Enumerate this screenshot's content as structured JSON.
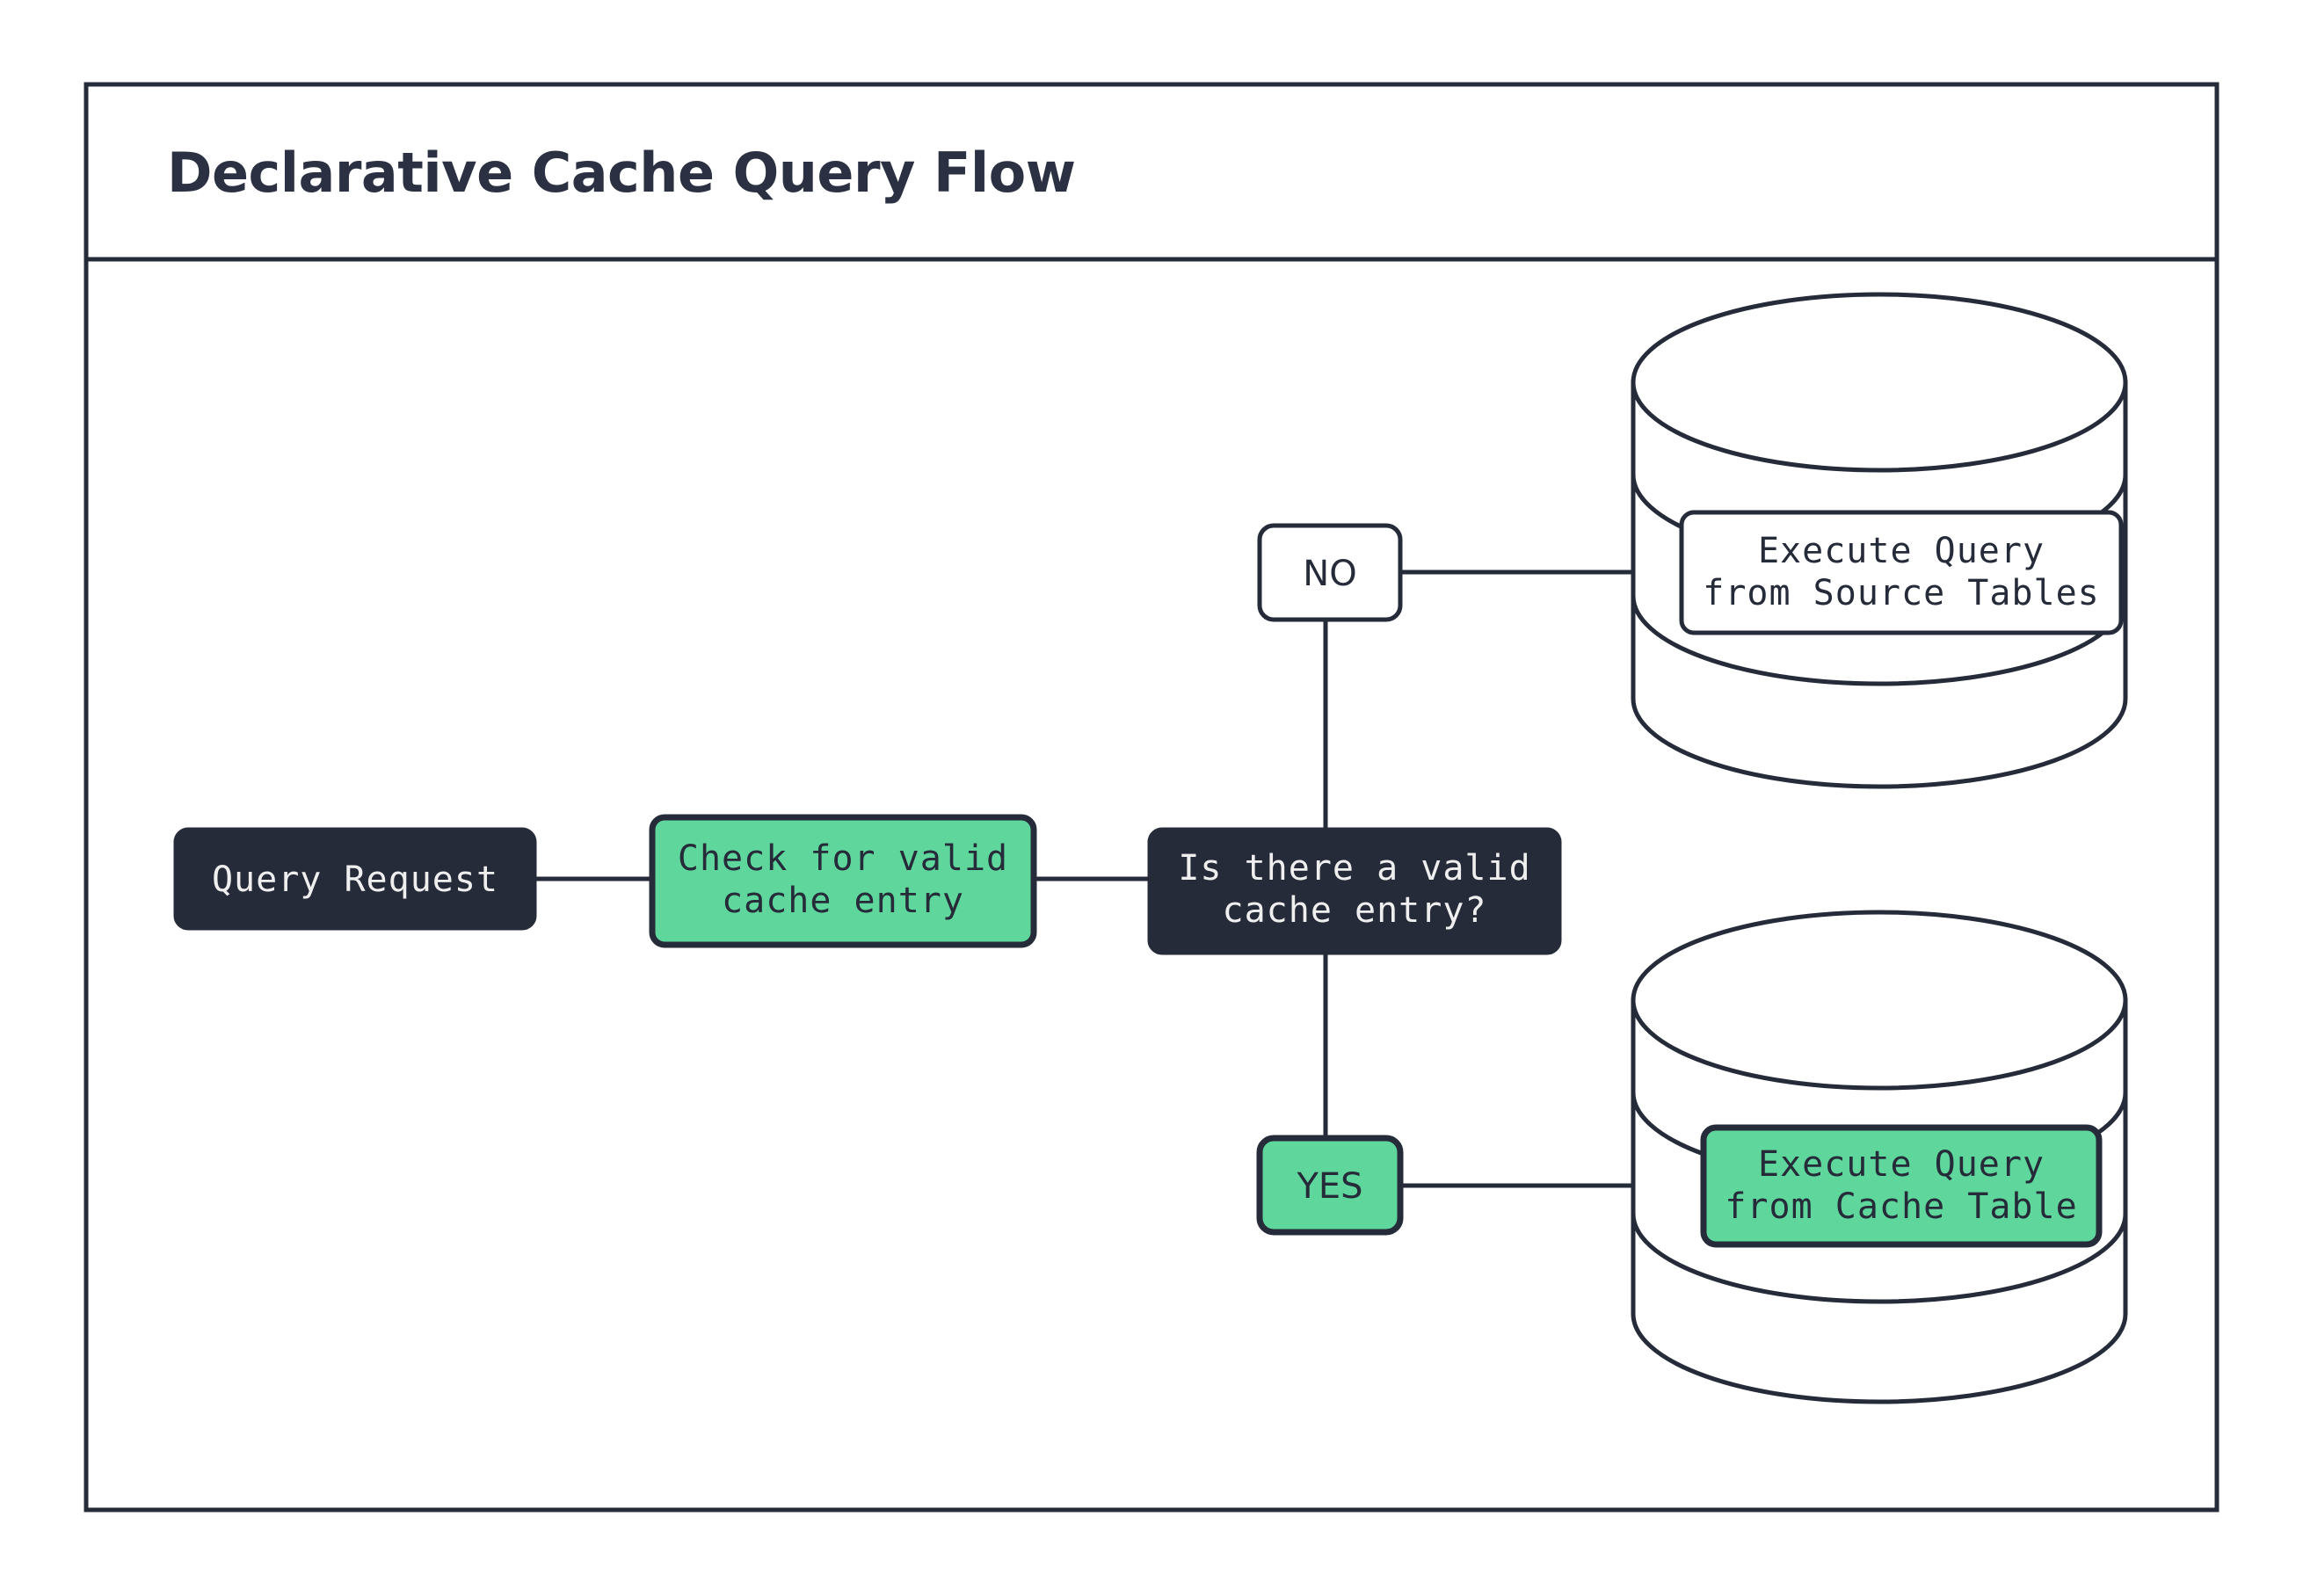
{
  "diagram": {
    "title": "Declarative Cache Query Flow",
    "type": "flowchart",
    "colors": {
      "background": "#ffffff",
      "stroke": "#262B3A",
      "dark_fill": "#262B3A",
      "green_fill": "#5FD79C",
      "white_fill": "#ffffff",
      "light_text": "#EFEFEF",
      "dark_text": "#262B3A",
      "title_text": "#2B3142"
    },
    "nodes": [
      {
        "id": "query-request",
        "label": "Query Request",
        "shape": "rounded-rect",
        "style": "dark"
      },
      {
        "id": "check-cache",
        "label_line1": "Check for valid",
        "label_line2": "cache entry",
        "shape": "rounded-rect",
        "style": "green"
      },
      {
        "id": "decision-valid-cache",
        "label_line1": "Is there a valid",
        "label_line2": "cache entry?",
        "shape": "rounded-rect",
        "style": "dark"
      },
      {
        "id": "branch-no",
        "label": "NO",
        "shape": "rounded-rect",
        "style": "white"
      },
      {
        "id": "branch-yes",
        "label": "YES",
        "shape": "rounded-rect",
        "style": "green"
      },
      {
        "id": "source-tables-db",
        "label_line1": "Execute Query",
        "label_line2": "from Source Tables",
        "shape": "database-cylinder",
        "style": "white"
      },
      {
        "id": "cache-table-db",
        "label_line1": "Execute Query",
        "label_line2": "from Cache Table",
        "shape": "database-cylinder",
        "style": "green"
      }
    ],
    "edges": [
      {
        "from": "query-request",
        "to": "check-cache",
        "label": ""
      },
      {
        "from": "check-cache",
        "to": "decision-valid-cache",
        "label": ""
      },
      {
        "from": "decision-valid-cache",
        "to": "branch-no",
        "label": "NO"
      },
      {
        "from": "branch-no",
        "to": "source-tables-db",
        "label": ""
      },
      {
        "from": "decision-valid-cache",
        "to": "branch-yes",
        "label": "YES"
      },
      {
        "from": "branch-yes",
        "to": "cache-table-db",
        "label": ""
      }
    ]
  }
}
